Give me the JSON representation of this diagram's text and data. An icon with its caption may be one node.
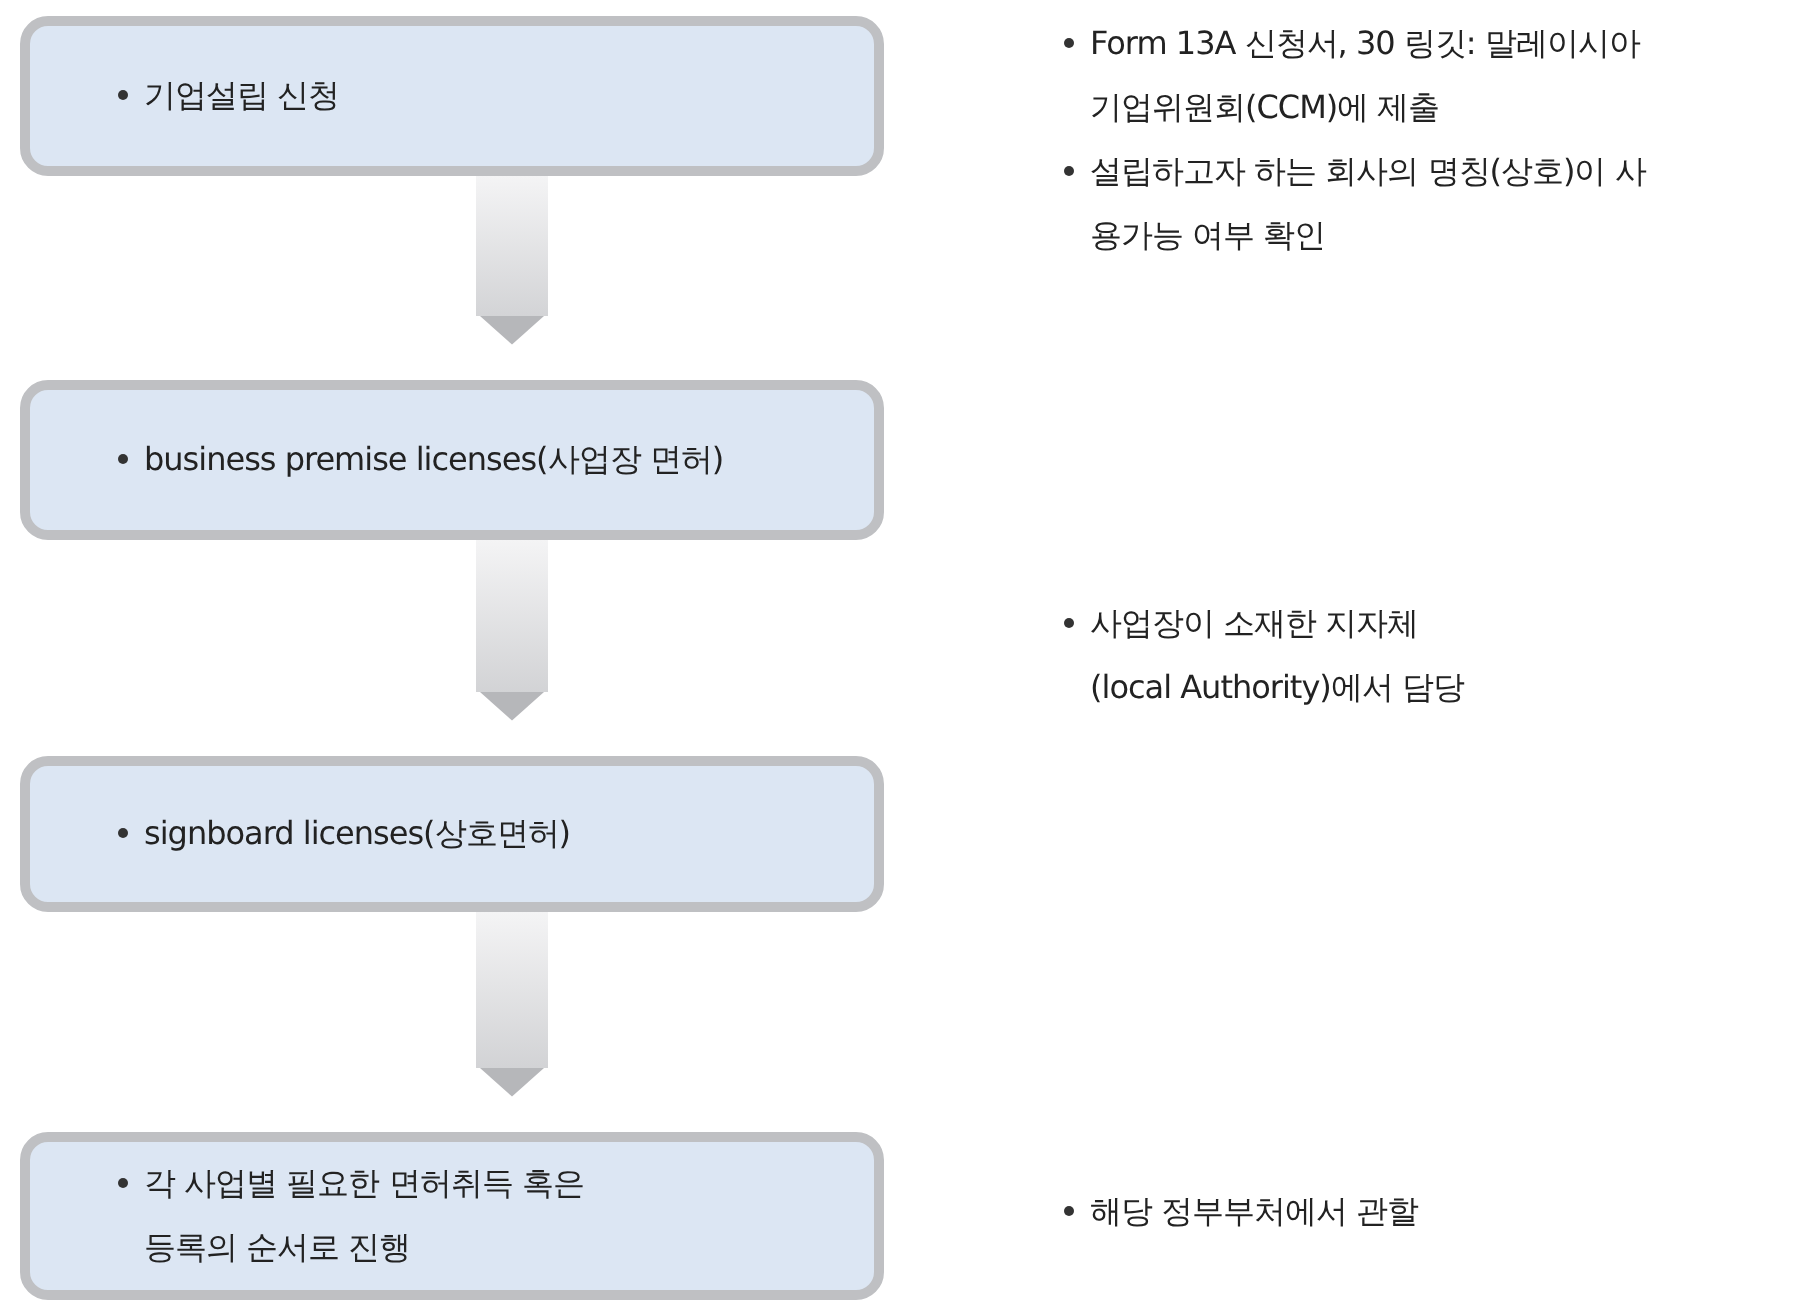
{
  "diagram": {
    "nodes": [
      {
        "text": [
          "기업설립 신청"
        ],
        "beside": [
          "Form 13A 신청서, 30 링깃: 말레이시아 기업위원회(CCM)에 제출",
          "설립하고자 하는 회사의 명칭(상호)이 사용가능 여부 확인"
        ]
      },
      {
        "text": [
          "business premise licenses(사업장 면허)"
        ]
      },
      {
        "text": [
          "signboard licenses(상호면허)"
        ]
      },
      {
        "text": [
          "각 사업별 필요한 면허취득 혹은 등록의 순서로 진행"
        ]
      }
    ],
    "edges": [
      {
        "from": 0,
        "to": 1,
        "arrow": "to",
        "style": "thick"
      },
      {
        "from": 1,
        "to": 2,
        "arrow": "to",
        "style": "thick"
      },
      {
        "from": 2,
        "to": 3,
        "arrow": "to",
        "style": "thick"
      }
    ],
    "labels": [
      "사업장이 소재한 지자체 (local Authority)에서 담당",
      "해당 정부부처에서 관할"
    ]
  }
}
